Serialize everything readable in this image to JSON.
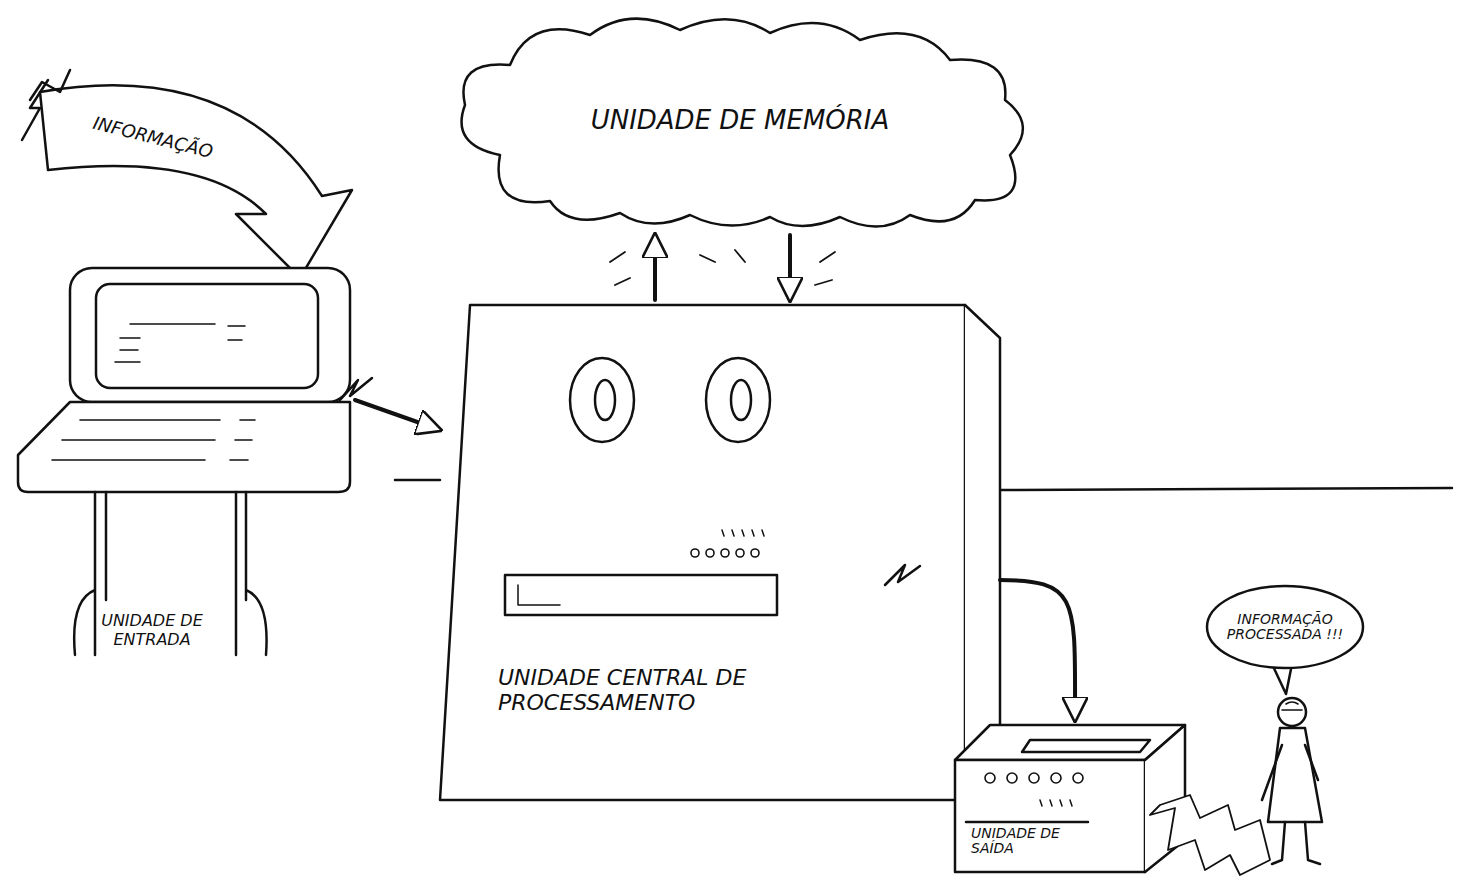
{
  "diagram": {
    "nodes": [
      {
        "text": [
          "UNIDADE DE MEMÓRIA"
        ]
      },
      {
        "text": [
          "UNIDADE DE ENTRADA"
        ]
      },
      {
        "text": [
          "UNIDADE CENTRAL DE PROCESSAMENTO"
        ]
      },
      {
        "text": [
          "UNIDADE DE SAÍDA"
        ]
      },
      {
        "text": [
          "INFORMAÇÃO PROCESSADA !!!"
        ]
      }
    ],
    "edges": [
      {
        "from": 1,
        "to": 2,
        "arrow": "to"
      },
      {
        "from": 2,
        "to": 0,
        "arrow": "to"
      },
      {
        "from": 0,
        "to": 2,
        "arrow": "to"
      },
      {
        "from": 2,
        "to": 3,
        "arrow": "to"
      }
    ],
    "labels": [
      "INFORMAÇÃO"
    ]
  }
}
